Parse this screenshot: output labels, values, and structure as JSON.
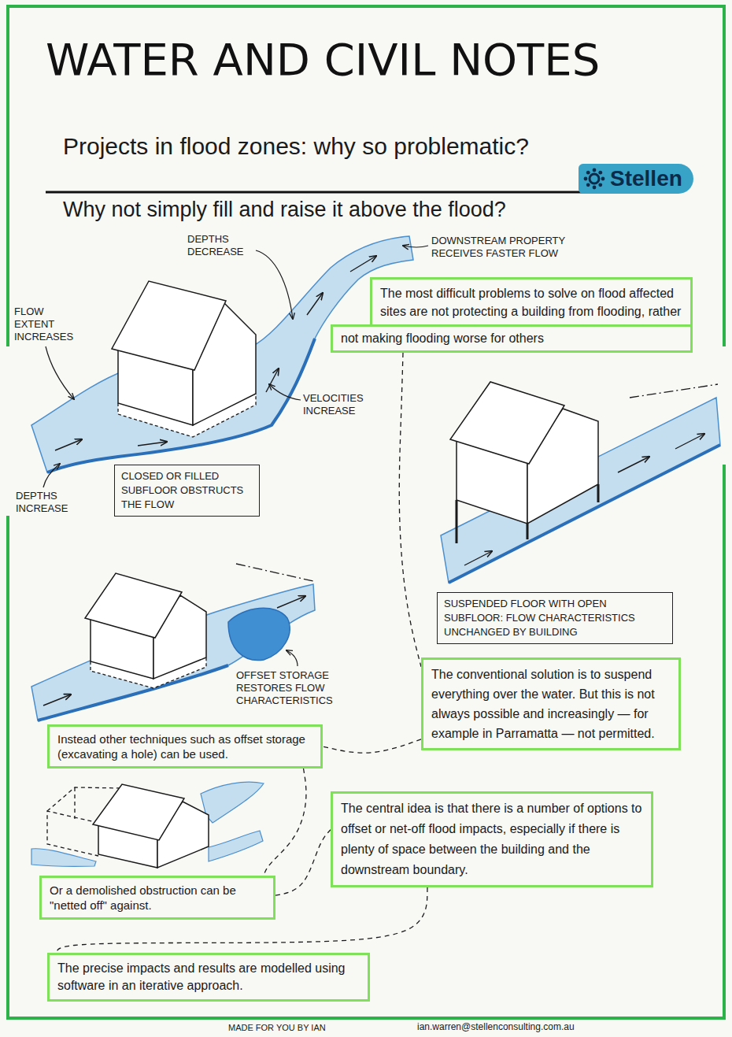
{
  "diagram": {
    "title": "WATER AND CIVIL NOTES",
    "nodes": [
      {
        "text": [
          "Stellen"
        ]
      },
      {
        "text": [
          "The most difficult problems to solve on flood affected sites are not protecting a building from flooding, rather"
        ]
      },
      {
        "text": [
          "not making flooding worse for others"
        ],
        "in": 1
      },
      {
        "text": [
          "CLOSED OR FILLED SUBFLOOR OBSTRUCTS THE FLOW"
        ]
      },
      {
        "text": [
          "SUSPENDED FLOOR WITH OPEN SUBFLOOR: FLOW CHARACTERISTICS UNCHANGED BY BUILDING"
        ]
      },
      {
        "text": [
          "The conventional solution is to suspend everything over the water. But this is not always possible and increasingly — for example in Parramatta — not permitted."
        ]
      },
      {
        "text": [
          "Instead other techniques such as offset storage (excavating a hole) can be used."
        ]
      },
      {
        "text": [
          "The central idea is that there is a number of options to offset or net-off flood impacts, especially if there is plenty of space between the building and the downstream boundary."
        ]
      },
      {
        "text": [
          "Or a demolished obstruction can be \"netted off\" against."
        ]
      },
      {
        "text": [
          "The precise impacts and results are modelled using software in an iterative approach."
        ]
      }
    ],
    "edges": [
      {
        "from": 2,
        "to": 5,
        "arrow": "none"
      },
      {
        "from": 5,
        "to": 6,
        "arrow": "none"
      },
      {
        "from": 6,
        "to": 8,
        "arrow": "none"
      },
      {
        "from": 8,
        "to": 7,
        "arrow": "none"
      },
      {
        "from": 7,
        "to": 9,
        "arrow": "none"
      }
    ],
    "labels": [
      "Projects in flood zones: why so problematic?",
      "Why not simply fill and raise it above the flood?",
      "DEPTHS DECREASE",
      "DOWNSTREAM PROPERTY RECEIVES FASTER FLOW",
      "FLOW EXTENT INCREASES",
      "VELOCITIES INCREASE",
      "DEPTHS INCREASE",
      "OFFSET STORAGE RESTORES FLOW CHARACTERISTICS",
      "MADE FOR YOU BY IAN",
      "ian.warren@stellenconsulting.com.au"
    ]
  }
}
